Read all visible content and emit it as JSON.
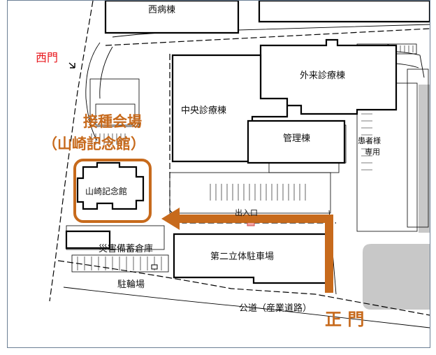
{
  "labels": {
    "nishi_byoto": "西病棟",
    "nishimon": "西門",
    "gairai": "外来診療棟",
    "chuo": "中央診療棟",
    "kanri": "管理棟",
    "kanja_1": "患者様",
    "kanja_2": "専用",
    "venue_1": "接種会場",
    "venue_2": "（山崎記念館）",
    "yamazaki": "山崎記念館",
    "deiriguchi": "出入口",
    "saigai": "災害備蓄倉庫",
    "parking2": "第二立体駐車場",
    "churinjo": "駐輪場",
    "kodo": "公道（産業道路）",
    "seimon": "正 門"
  },
  "colors": {
    "accent_orange": "#c76a1c",
    "gate_red": "#e8151b",
    "frame": "#6b7f95",
    "lot_gray": "#c8c8c8"
  }
}
